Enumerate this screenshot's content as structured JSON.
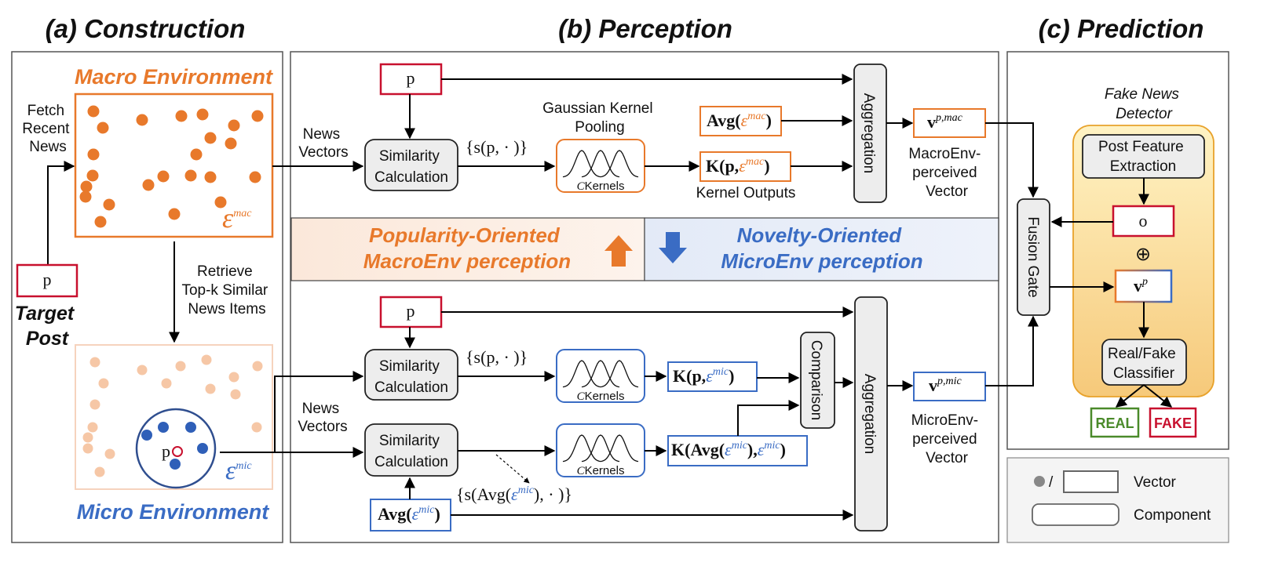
{
  "sections": {
    "construction": "(a) Construction",
    "perception": "(b) Perception",
    "prediction": "(c) Prediction"
  },
  "construction": {
    "macro_env_title": "Macro Environment",
    "macro_env_symbol": "ε",
    "macro_env_sup": "mac",
    "fetch_label": [
      "Fetch",
      "Recent",
      "News"
    ],
    "target_post_symbol": "p",
    "target_post_label": [
      "Target",
      "Post"
    ],
    "retrieve_label": [
      "Retrieve",
      "Top-k Similar",
      "News Items"
    ],
    "micro_env_title": "Micro Environment",
    "micro_env_symbol": "ε",
    "micro_env_sup": "mic",
    "micro_center": "p"
  },
  "perception": {
    "p_symbol": "p",
    "news_vectors_top": [
      "News",
      "Vectors"
    ],
    "news_vectors_bottom": [
      "News",
      "Vectors"
    ],
    "similarity_calc": [
      "Similarity",
      "Calculation"
    ],
    "sim_set": "{s(p, · )}",
    "gaussian_title": [
      "Gaussian Kernel",
      "Pooling"
    ],
    "kernels_label": "Kernels",
    "kernels_c": "C",
    "avg_mac": "Avg(",
    "k_mac": "K(p,",
    "kernel_outputs": "Kernel Outputs",
    "aggregation": "Aggregation",
    "v_mac": "v",
    "v_mac_sup": "p,mac",
    "macro_perceived": [
      "MacroEnv-",
      "perceived",
      "Vector"
    ],
    "popularity": [
      "Popularity-Oriented",
      "MacroEnv perception"
    ],
    "novelty": [
      "Novelty-Oriented",
      "MicroEnv perception"
    ],
    "k_mic": "K(p,",
    "k_avg_mic": "K(Avg(",
    "comparison": "Comparison",
    "avg_mic": "Avg(",
    "sim_avg_set": "{s(Avg(",
    "v_mic": "v",
    "v_mic_sup": "p,mic",
    "micro_perceived": [
      "MicroEnv-",
      "perceived",
      "Vector"
    ]
  },
  "prediction": {
    "detector_title": [
      "Fake News",
      "Detector"
    ],
    "post_feature": [
      "Post Feature",
      "Extraction"
    ],
    "o_symbol": "o",
    "oplus": "⊕",
    "vp": "v",
    "vp_sup": "p",
    "fusion_gate": "Fusion Gate",
    "classifier": [
      "Real/Fake",
      "Classifier"
    ],
    "real": "REAL",
    "fake": "FAKE"
  },
  "legend": {
    "vector_label": "Vector",
    "component_label": "Component",
    "slash": "/"
  },
  "colors": {
    "orange": "#E8792B",
    "blue": "#3A6CC4",
    "red": "#C8102E",
    "green": "#4A8A2A"
  }
}
